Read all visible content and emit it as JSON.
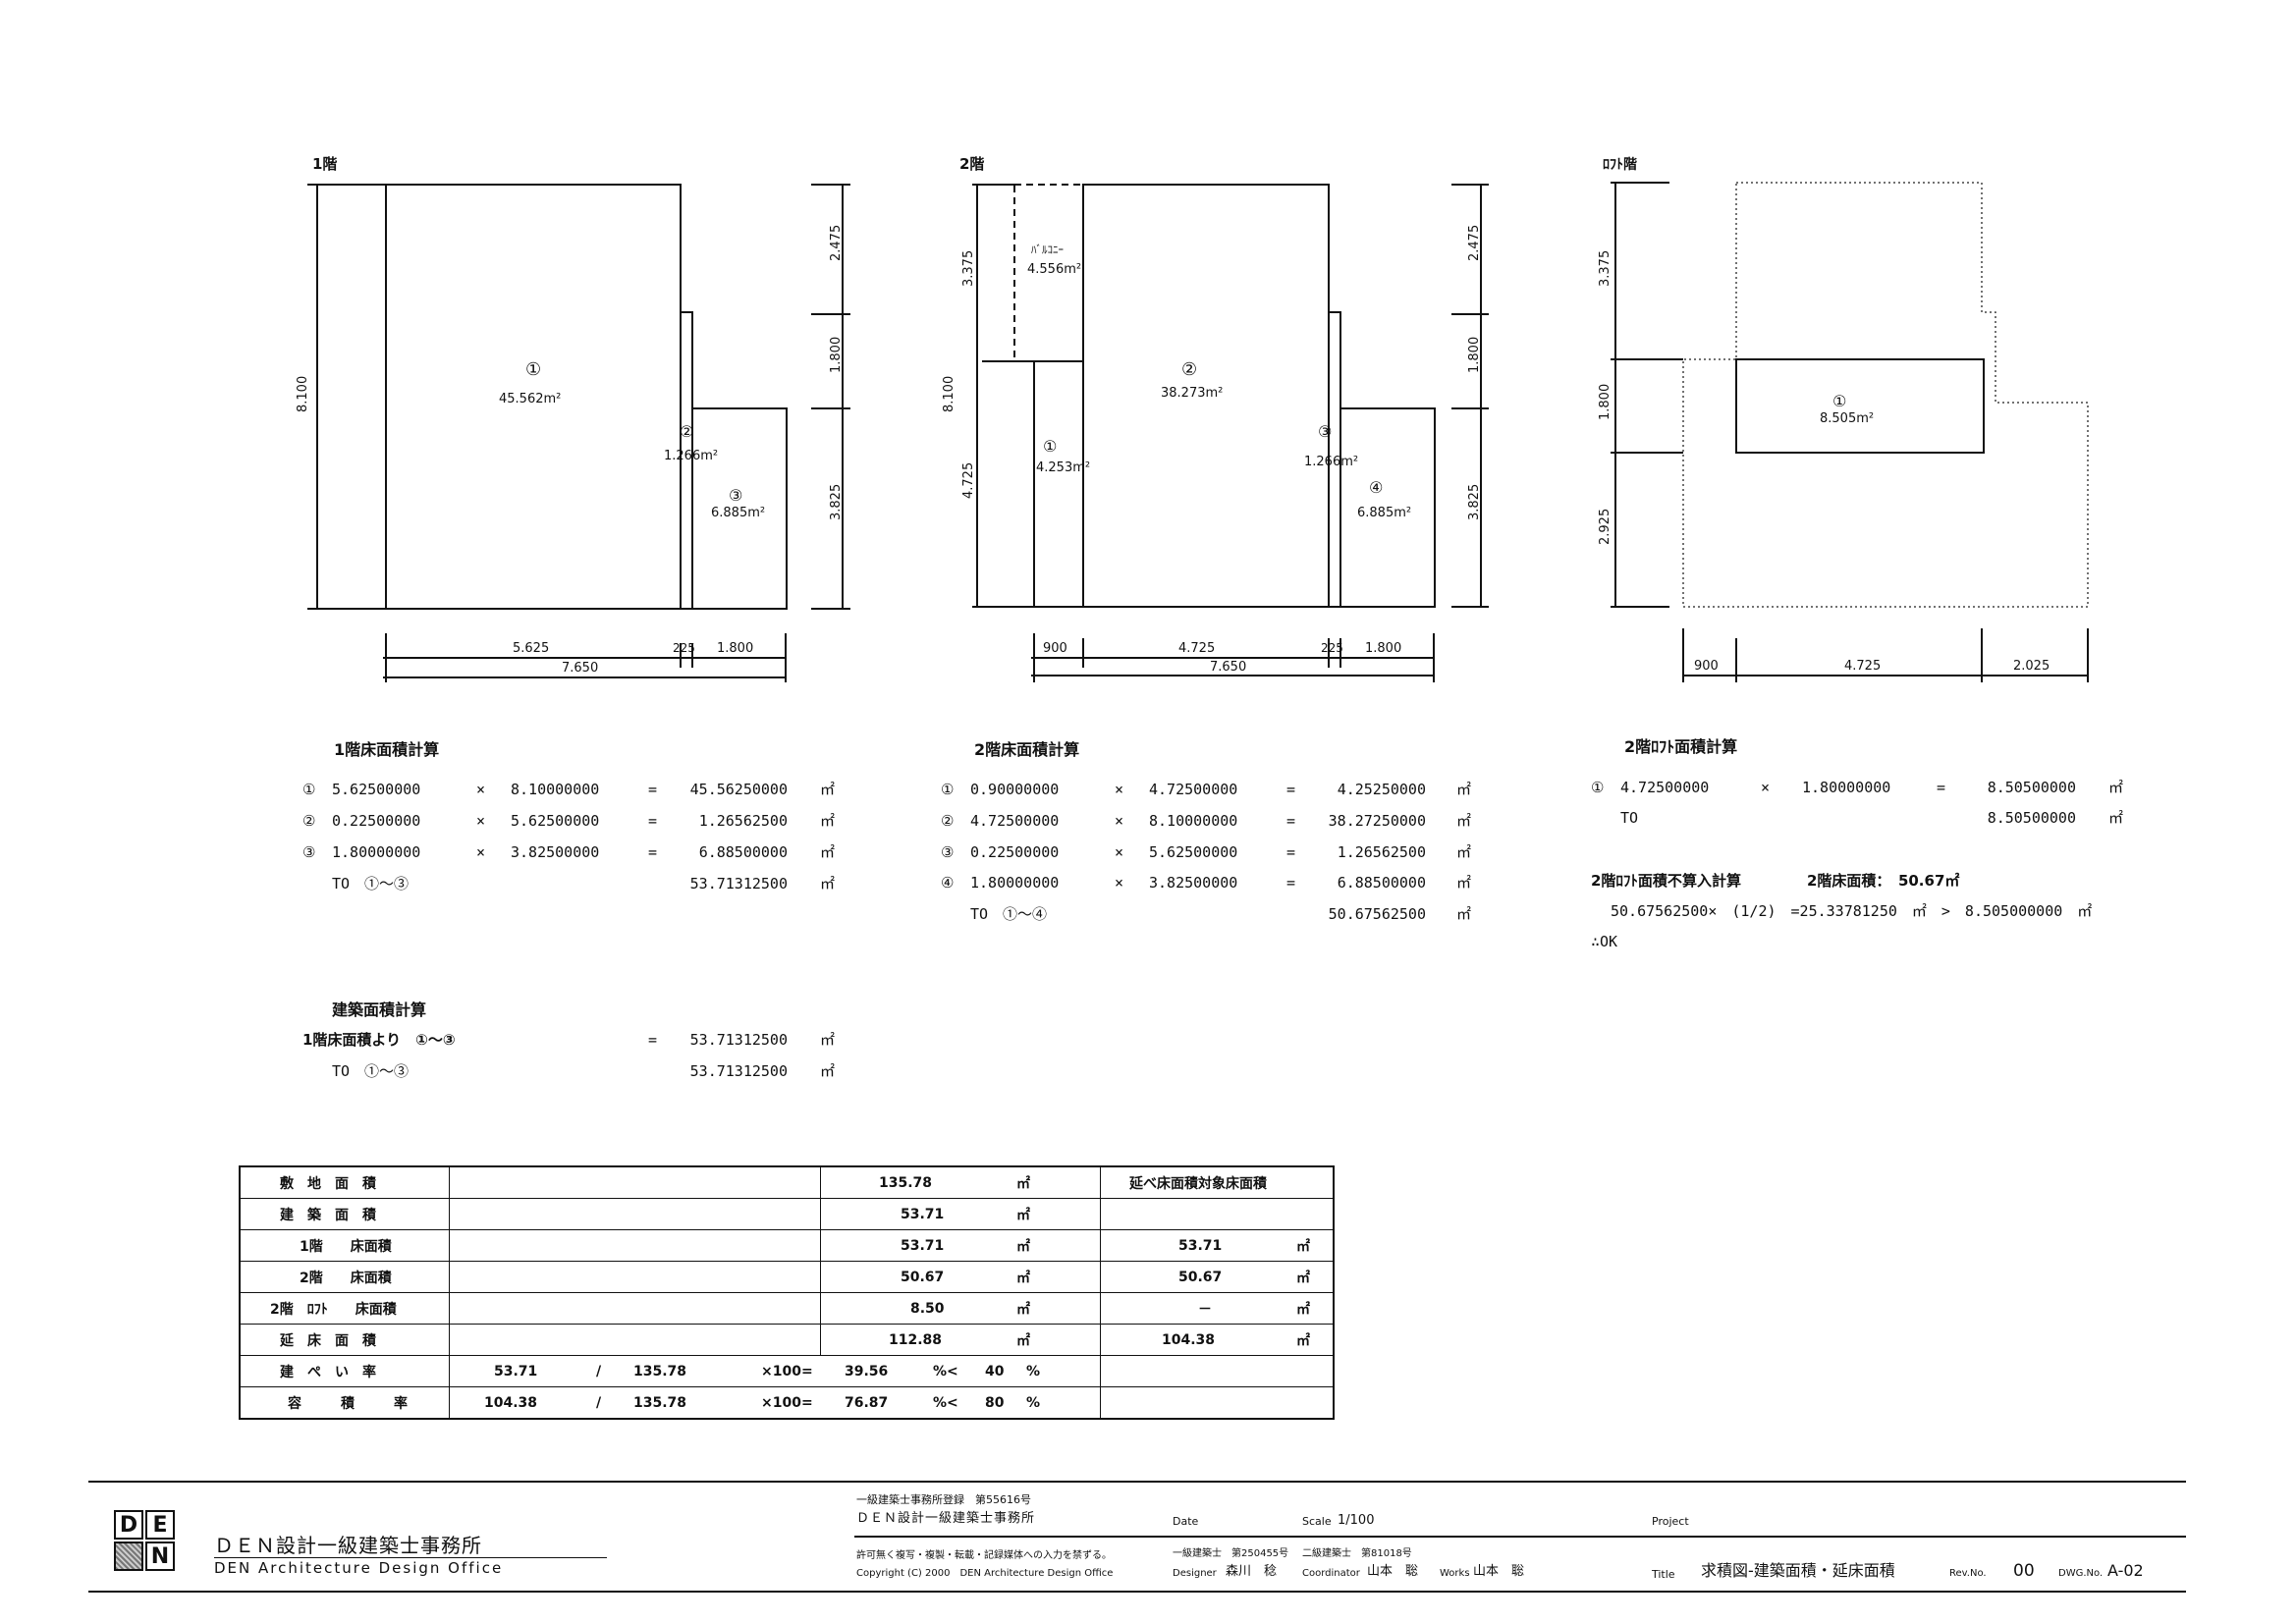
{
  "plans": {
    "floor1": {
      "label": "1階",
      "rooms": [
        {
          "no": "①",
          "area": "45.562m²"
        },
        {
          "no": "②",
          "area": "1.266m²"
        },
        {
          "no": "③",
          "area": "6.885m²"
        }
      ],
      "dims_right": [
        "2.475",
        "1.800",
        "3.825"
      ],
      "dim_left": "8.100",
      "dims_bottom": [
        "5.625",
        "225",
        "1.800"
      ],
      "dim_total": "7.650"
    },
    "floor2": {
      "label": "2階",
      "rooms": [
        {
          "no": "",
          "area": "4.556m²",
          "name": "ﾊﾞﾙｺﾆｰ"
        },
        {
          "no": "①",
          "area": "4.253m²"
        },
        {
          "no": "②",
          "area": "38.273m²"
        },
        {
          "no": "③",
          "area": "1.266m²"
        },
        {
          "no": "④",
          "area": "6.885m²"
        }
      ],
      "dims_left": [
        "3.375",
        "4.725"
      ],
      "dim_left_total": "8.100",
      "dims_right": [
        "2.475",
        "1.800",
        "3.825"
      ],
      "dims_bottom": [
        "900",
        "4.725",
        "225",
        "1.800"
      ],
      "dim_total": "7.650"
    },
    "loft": {
      "label": "ﾛﾌﾄ階",
      "rooms": [
        {
          "no": "①",
          "area": "8.505m²"
        }
      ],
      "dims_left": [
        "3.375",
        "1.800",
        "2.925"
      ],
      "dims_bottom": [
        "900",
        "4.725",
        "2.025"
      ]
    }
  },
  "calc1": {
    "title": "1階床面積計算",
    "rows": [
      {
        "no": "①",
        "a": "5.62500000",
        "op": "×",
        "b": "8.10000000",
        "eq": "=",
        "r": "45.56250000",
        "u": "㎡"
      },
      {
        "no": "②",
        "a": "0.22500000",
        "op": "×",
        "b": "5.62500000",
        "eq": "=",
        "r": "1.26562500",
        "u": "㎡"
      },
      {
        "no": "③",
        "a": "1.80000000",
        "op": "×",
        "b": "3.82500000",
        "eq": "=",
        "r": "6.88500000",
        "u": "㎡"
      }
    ],
    "total_label": "TO　①～③",
    "total": "53.71312500",
    "unit": "㎡"
  },
  "calc2": {
    "title": "2階床面積計算",
    "rows": [
      {
        "no": "①",
        "a": "0.90000000",
        "op": "×",
        "b": "4.72500000",
        "eq": "=",
        "r": "4.25250000",
        "u": "㎡"
      },
      {
        "no": "②",
        "a": "4.72500000",
        "op": "×",
        "b": "8.10000000",
        "eq": "=",
        "r": "38.27250000",
        "u": "㎡"
      },
      {
        "no": "③",
        "a": "0.22500000",
        "op": "×",
        "b": "5.62500000",
        "eq": "=",
        "r": "1.26562500",
        "u": "㎡"
      },
      {
        "no": "④",
        "a": "1.80000000",
        "op": "×",
        "b": "3.82500000",
        "eq": "=",
        "r": "6.88500000",
        "u": "㎡"
      }
    ],
    "total_label": "TO　①～④",
    "total": "50.67562500",
    "unit": "㎡"
  },
  "calc3": {
    "title": "2階ﾛﾌﾄ面積計算",
    "rows": [
      {
        "no": "①",
        "a": "4.72500000",
        "op": "×",
        "b": "1.80000000",
        "eq": "=",
        "r": "8.50500000",
        "u": "㎡"
      }
    ],
    "total_label": "TO",
    "total": "8.50500000",
    "unit": "㎡",
    "exclusion_title": "2階ﾛﾌﾄ面積不算入計算",
    "floor2_area": "2階床面積：　50.67㎡",
    "formula": "50.67562500×　(1/2)　=25.33781250　㎡　>　8.505000000　㎡",
    "conclusion": "∴OK"
  },
  "calc4": {
    "title": "建築面積計算",
    "row_label": "1階床面積より　①～③",
    "eq": "=",
    "value": "53.71312500",
    "unit": "㎡",
    "total_label": "TO　①～③",
    "total": "53.71312500"
  },
  "summary": {
    "header_extra": "延べ床面積対象床面積",
    "unit": "㎡",
    "rows": [
      {
        "label": "敷地面積",
        "value": "135.78",
        "extra": ""
      },
      {
        "label": "建築面積",
        "value": "53.71",
        "extra": ""
      },
      {
        "label": "1階　　床面積",
        "value": "53.71",
        "extra": "53.71"
      },
      {
        "label": "2階　　床面積",
        "value": "50.67",
        "extra": "50.67"
      },
      {
        "label": "2階　ﾛﾌﾄ　　床面積",
        "value": "8.50",
        "extra": "－"
      },
      {
        "label": "延床面積",
        "value": "112.88",
        "extra": "104.38"
      }
    ],
    "ratios": [
      {
        "label": "建ぺい率",
        "num": "53.71",
        "slash": "/",
        "den": "135.78",
        "mul": "×100=",
        "res": "39.56",
        "cmp": "%<",
        "limit": "40",
        "pct": "%"
      },
      {
        "label": "容積率",
        "num": "104.38",
        "slash": "/",
        "den": "135.78",
        "mul": "×100=",
        "res": "76.87",
        "cmp": "%<",
        "limit": "80",
        "pct": "%"
      }
    ]
  },
  "titleblock": {
    "logo_letters": [
      "D",
      "E",
      "",
      "N"
    ],
    "office_jp": "ＤＥＮ設計一級建築士事務所",
    "office_en": "DEN Architecture Design Office",
    "reg": "一級建築士事務所登録　第55616号",
    "office_jp2": "ＤＥＮ設計一級建築士事務所",
    "notice": "許可無く複写・複製・転載・記録媒体への入力を禁ずる。",
    "copyright": "Copyright (C) 2000　DEN Architecture Design Office",
    "date_label": "Date",
    "scale_label": "Scale",
    "scale": "1/100",
    "project_label": "Project",
    "designer_reg": "一級建築士　第250455号",
    "designer_label": "Designer",
    "designer": "森川　稔",
    "coord_reg": "二級建築士　第81018号",
    "coord_label": "Coordinator",
    "coordinator": "山本　聡",
    "works_label": "Works",
    "works": "山本　聡",
    "title_label": "Title",
    "title": "求積図-建築面積・延床面積",
    "rev_label": "Rev.No.",
    "rev": "00",
    "dwg_label": "DWG.No.",
    "dwg": "A-02"
  }
}
